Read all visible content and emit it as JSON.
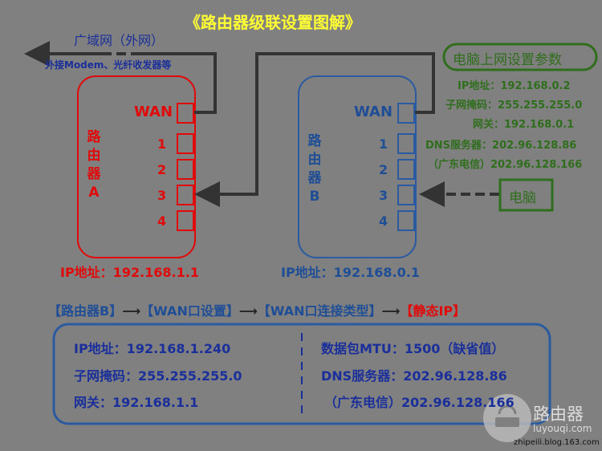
{
  "title": "《路由器级联设置图解》",
  "wan": {
    "label": "广域网（外网）",
    "note": "外接Modem、光纤收发器等"
  },
  "router_a": {
    "name": [
      "路",
      "由",
      "器",
      "A"
    ],
    "wan": "WAN",
    "ports": [
      "1",
      "2",
      "3",
      "4"
    ],
    "ip": "IP地址：192.168.1.1"
  },
  "router_b": {
    "name": [
      "路",
      "由",
      "器",
      "B"
    ],
    "wan": "WAN",
    "ports": [
      "1",
      "2",
      "3",
      "4"
    ],
    "ip": "IP地址：192.168.0.1"
  },
  "pc_settings": {
    "title": "电脑上网设置参数",
    "lines": [
      "IP地址：192.168.0.2",
      "子网掩码：255.255.255.0",
      "网关：192.168.0.1",
      "DNS服务器：202.96.128.86",
      "（广东电信）202.96.128.166"
    ]
  },
  "pc": "电脑",
  "path": {
    "step1": "【路由器B】",
    "step2": "【WAN口设置】",
    "step3": "【WAN口连接类型】",
    "step4": "【静态IP】"
  },
  "settings": {
    "left": [
      "IP地址：192.168.1.240",
      "子网掩码：255.255.255.0",
      "网关：192.168.1.1"
    ],
    "right": [
      "数据包MTU：1500（缺省值）",
      "DNS服务器：202.96.128.86",
      "（广东电信）202.96.128.166"
    ]
  },
  "watermark": {
    "name": "路由器",
    "site": "luyouqi.com"
  },
  "credit": "zhipeili.blog.163.com"
}
